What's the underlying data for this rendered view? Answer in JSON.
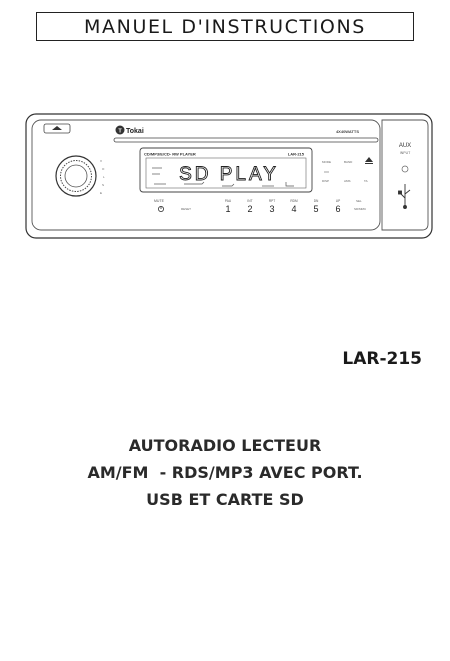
{
  "header": {
    "title": "MANUEL D'INSTRUCTIONS"
  },
  "device": {
    "brand": "Tokai",
    "power_label": "4X40WATTS",
    "player_label": "CD/MP3/E/CD- RW PLAYER",
    "model_small": "LAR-215",
    "display_text": "SD PLAY",
    "aux_label": "AUX",
    "aux_sub": "INPUT",
    "mute_label": "MUTE",
    "preset_numbers": [
      "1",
      "2",
      "3",
      "4",
      "5",
      "6"
    ],
    "preset_labels": [
      "PAU",
      "INT",
      "RPT",
      "RDM",
      "DN",
      "UP"
    ]
  },
  "model": "LAR-215",
  "description": {
    "line1": "AUTORADIO LECTEUR",
    "line2": "AM/FM  - RDS/MP3 AVEC PORT.",
    "line3": "USB ET CARTE SD"
  }
}
